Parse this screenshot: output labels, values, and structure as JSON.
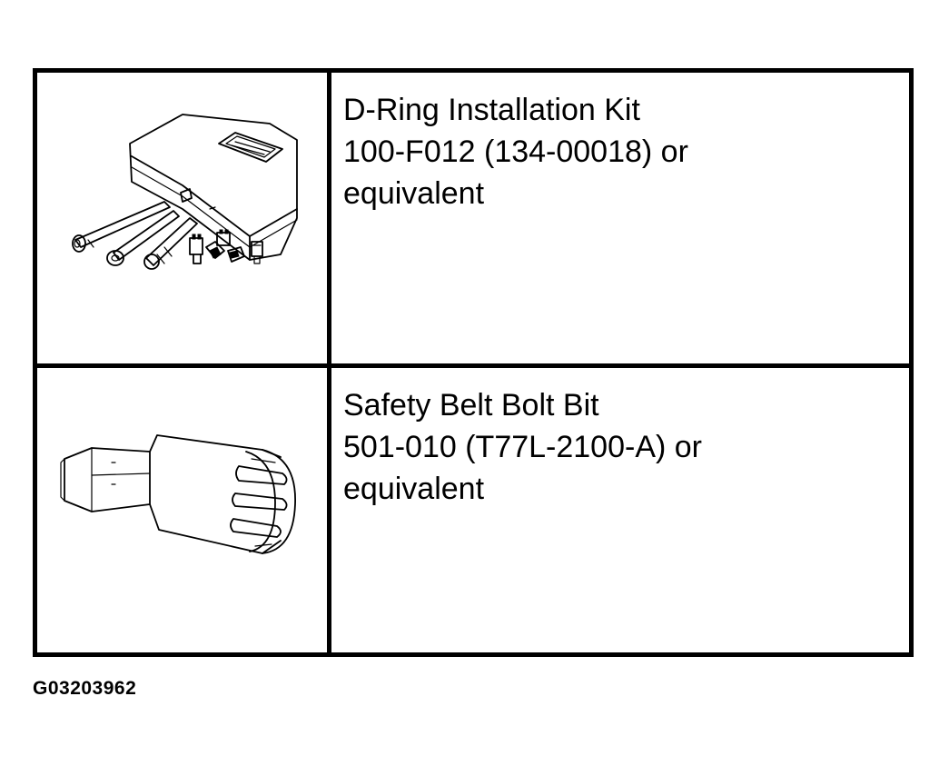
{
  "tools": [
    {
      "name": "D-Ring Installation Kit",
      "part_number": "100-F012 (134-00018) or",
      "note": "equivalent",
      "illustration": "tool-kit-case-icon"
    },
    {
      "name": "Safety Belt Bolt Bit",
      "part_number": "501-010 (T77L-2100-A) or",
      "note": "equivalent",
      "illustration": "torx-bit-icon"
    }
  ],
  "figure_id": "G03203962"
}
